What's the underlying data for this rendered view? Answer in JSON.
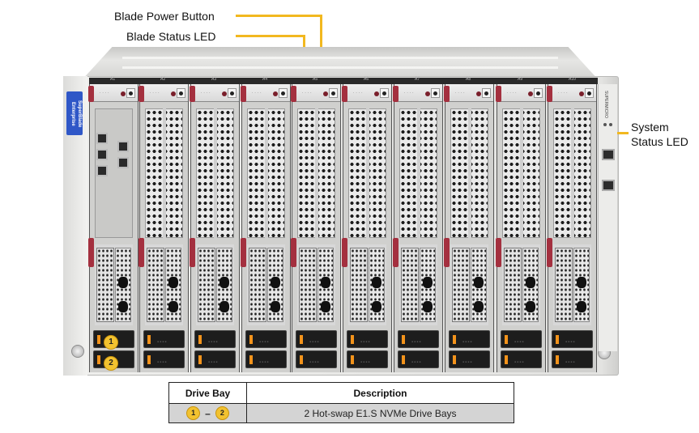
{
  "callouts": {
    "blade_power_button": "Blade Power Button",
    "blade_status_led": "Blade Status LED",
    "system_status_led_line1": "System",
    "system_status_led_line2": "Status LED",
    "line_color": "#f2b81f"
  },
  "chassis": {
    "brand_badge": "SuperBlade Enterprise",
    "right_panel_brand": "SUPERMICRO",
    "slot_labels": [
      "A1",
      "A2",
      "A3",
      "A4",
      "A5",
      "A6",
      "A7",
      "A8",
      "A9",
      "A10"
    ],
    "drive_bay_markers": [
      "1",
      "2"
    ],
    "accent_lever_color": "#a4303f",
    "drive_latch_color": "#f3931b"
  },
  "table": {
    "headers": {
      "drive_bay": "Drive Bay",
      "description": "Description"
    },
    "rows": [
      {
        "bay_start": "1",
        "dash": "–",
        "bay_end": "2",
        "description": "2 Hot-swap E1.S NVMe Drive Bays"
      }
    ]
  }
}
